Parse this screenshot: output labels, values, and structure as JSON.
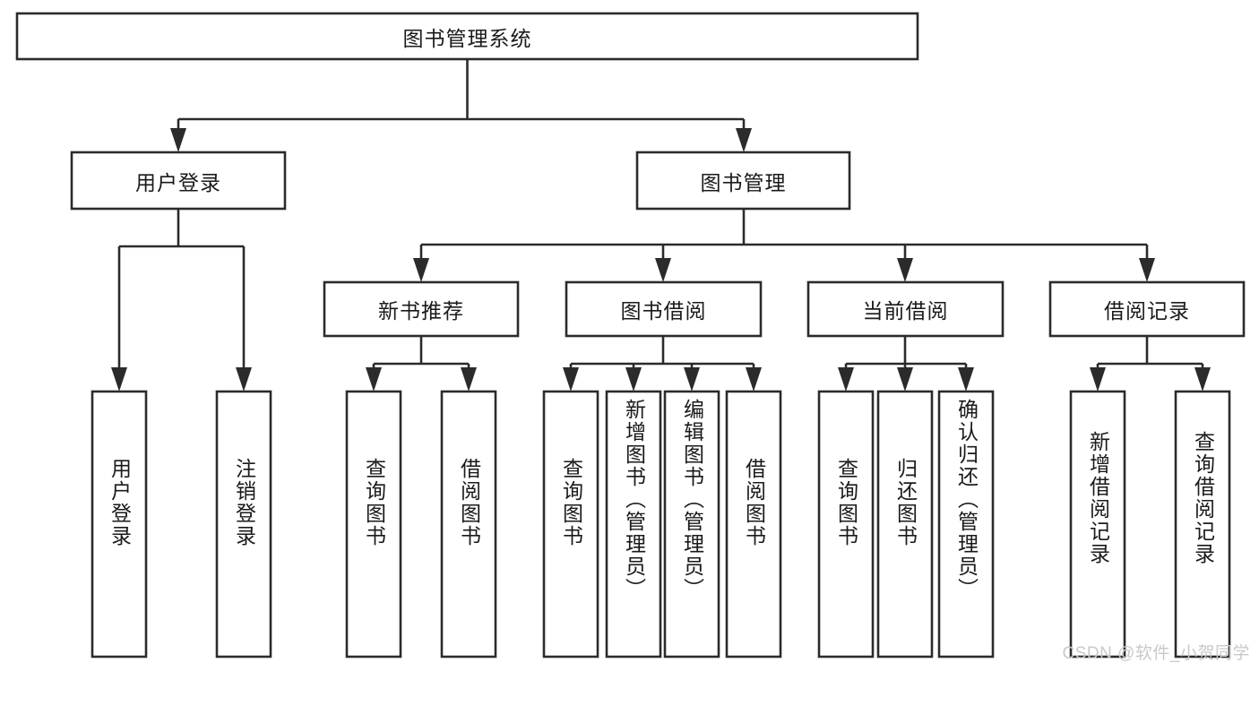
{
  "diagram": {
    "type": "tree-hierarchy-chart",
    "title": "图书管理系统",
    "watermark": "CSDN @软件_小贺同学",
    "colors": {
      "stroke": "#2b2b2b",
      "box_fill": "#ffffff",
      "text": "#1a1a1a",
      "background": "#ffffff",
      "watermark": "#c9c9c9"
    },
    "levels": {
      "root": {
        "label": "图书管理系统",
        "orientation": "horizontal"
      },
      "level2": [
        {
          "label": "用户登录",
          "orientation": "horizontal"
        },
        {
          "label": "图书管理",
          "orientation": "horizontal"
        }
      ],
      "level3": [
        {
          "label": "新书推荐",
          "orientation": "horizontal"
        },
        {
          "label": "图书借阅",
          "orientation": "horizontal"
        },
        {
          "label": "当前借阅",
          "orientation": "horizontal"
        },
        {
          "label": "借阅记录",
          "orientation": "horizontal"
        }
      ],
      "leaves": {
        "user_login": [
          {
            "label": "用户登录",
            "orientation": "vertical"
          },
          {
            "label": "注销登录",
            "orientation": "vertical"
          }
        ],
        "new_book_recommend": [
          {
            "label": "查询图书",
            "orientation": "vertical"
          },
          {
            "label": "借阅图书",
            "orientation": "vertical"
          }
        ],
        "book_borrow": [
          {
            "label": "查询图书",
            "orientation": "vertical"
          },
          {
            "label": "新增图书（管理员）",
            "orientation": "vertical"
          },
          {
            "label": "编辑图书（管理员）",
            "orientation": "vertical"
          },
          {
            "label": "借阅图书",
            "orientation": "vertical"
          }
        ],
        "current_borrow": [
          {
            "label": "查询图书",
            "orientation": "vertical"
          },
          {
            "label": "归还图书",
            "orientation": "vertical"
          },
          {
            "label": "确认归还（管理员）",
            "orientation": "vertical"
          }
        ],
        "borrow_record": [
          {
            "label": "新增借阅记录",
            "orientation": "vertical"
          },
          {
            "label": "查询借阅记录",
            "orientation": "vertical"
          }
        ]
      }
    }
  }
}
